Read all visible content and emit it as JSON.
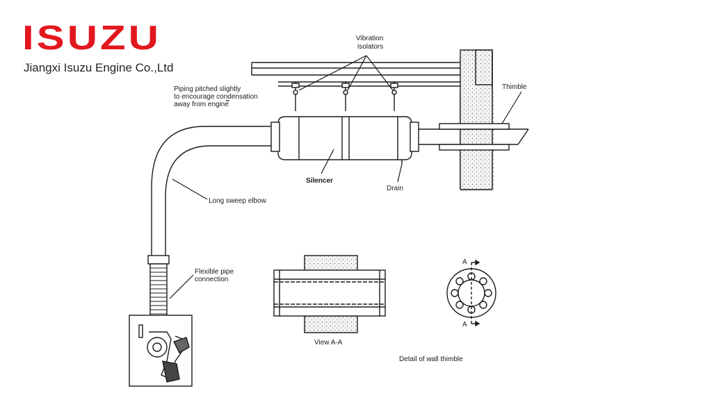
{
  "brand": {
    "logo": "ISUZU",
    "company": "Jiangxi Isuzu Engine Co.,Ltd",
    "color": "#e3171e"
  },
  "diagram": {
    "labels": {
      "vibration_isolators_1": "Vibration",
      "vibration_isolators_2": "isolators",
      "piping_1": "Piping pitched slightly",
      "piping_2": "to encourage condensation",
      "piping_3": "away from engine",
      "thimble": "Thimble",
      "silencer": "Silencer",
      "drain": "Drain",
      "elbow": "Long sweep elbow",
      "flex_1": "Flexible pipe",
      "flex_2": "connection",
      "section_a_top": "A",
      "section_a_bottom": "A",
      "view_aa": "View A-A",
      "detail": "Detail of wall thimble"
    }
  }
}
